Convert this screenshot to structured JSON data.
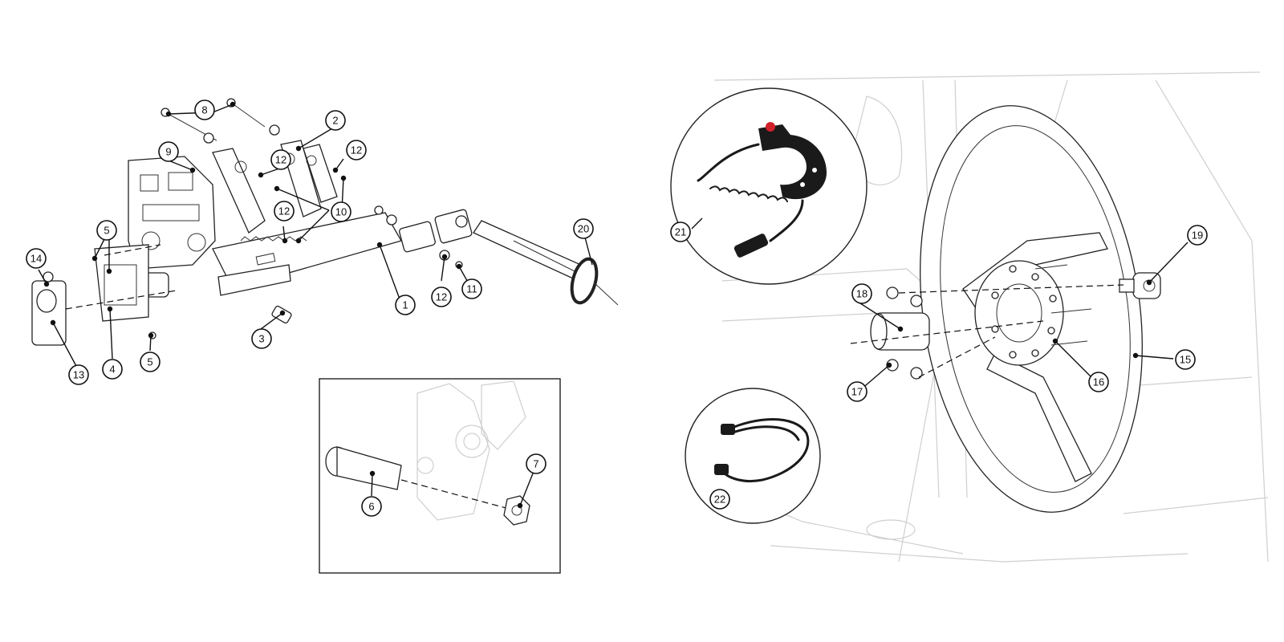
{
  "colors": {
    "line": "#111111",
    "ghost": "#cfcfcf",
    "button_red": "#d0202a",
    "background": "#ffffff"
  },
  "callouts": {
    "c1": "1",
    "c2": "2",
    "c3": "3",
    "c4": "4",
    "c5a": "5",
    "c5b": "5",
    "c6": "6",
    "c7": "7",
    "c8": "8",
    "c9": "9",
    "c10": "10",
    "c11": "11",
    "c12a": "12",
    "c12b": "12",
    "c12c": "12",
    "c12d": "12",
    "c13": "13",
    "c14": "14",
    "c15": "15",
    "c16": "16",
    "c17": "17",
    "c18": "18",
    "c19": "19",
    "c20": "20",
    "c21": "21",
    "c22": "22"
  }
}
